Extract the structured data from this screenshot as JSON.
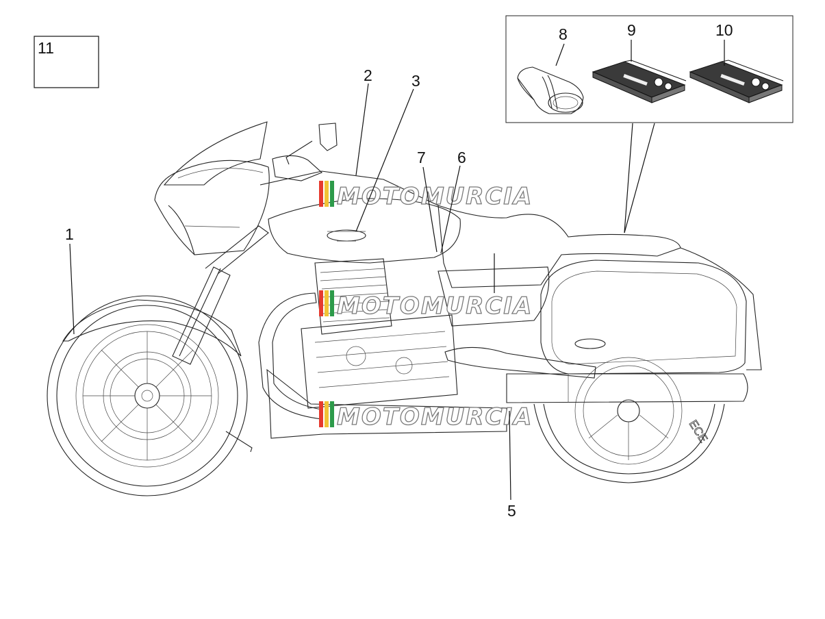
{
  "callouts": [
    {
      "id": "1",
      "label": "1"
    },
    {
      "id": "2",
      "label": "2"
    },
    {
      "id": "3",
      "label": "3"
    },
    {
      "id": "5",
      "label": "5"
    },
    {
      "id": "6",
      "label": "6"
    },
    {
      "id": "7",
      "label": "7"
    },
    {
      "id": "8",
      "label": "8"
    },
    {
      "id": "9",
      "label": "9"
    },
    {
      "id": "10",
      "label": "10"
    },
    {
      "id": "11",
      "label": "11"
    }
  ],
  "watermark": {
    "text": "MOTOMURCIA",
    "colors": [
      "#e63a2e",
      "#f2c335",
      "#2d9b4a"
    ]
  },
  "tire_marking": "ECE",
  "colors": {
    "line": "#111111",
    "watermark_outline": "#7a7a7a"
  }
}
